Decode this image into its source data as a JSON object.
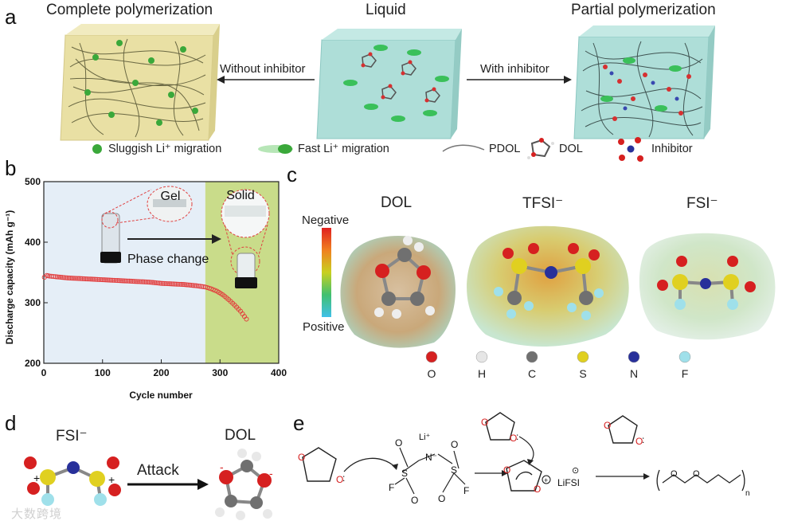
{
  "panel_a": {
    "label": "a",
    "title_left": "Complete polymerization",
    "title_center": "Liquid",
    "title_right": "Partial polymerization",
    "arrow_left_label": "Without inhibitor",
    "arrow_right_label": "With inhibitor",
    "legend": {
      "sluggish": "Sluggish Li⁺ migration",
      "fast": "Fast Li⁺ migration",
      "pdol": "PDOL",
      "dol": "DOL",
      "inhibitor": "Inhibitor"
    }
  },
  "panel_b": {
    "label": "b",
    "gel_label": "Gel",
    "solid_label": "Solid",
    "phase_change_label": "Phase change"
  },
  "panel_c": {
    "label": "c",
    "mol1": "DOL",
    "mol2": "TFSI⁻",
    "mol3": "FSI⁻",
    "scale_top": "Negative",
    "scale_bottom": "Positive",
    "atoms": [
      "O",
      "H",
      "C",
      "S",
      "N",
      "F"
    ],
    "atom_colors": [
      "#d62020",
      "#e6e6e6",
      "#707070",
      "#e0d020",
      "#28309a",
      "#9fe0ea"
    ]
  },
  "panel_d": {
    "label": "d",
    "fsi_label": "FSI⁻",
    "dol_label": "DOL",
    "attack_label": "Attack"
  },
  "panel_e": {
    "label": "e",
    "li_label": "Li⁺",
    "n_label": "N⁻",
    "s_label": "S",
    "f_label": "F",
    "o_label": "O",
    "lifsi_label": "LiFSI",
    "polymer_n": "n"
  },
  "watermark": "大数跨境",
  "chart_data": {
    "type": "scatter",
    "xlabel": "Cycle number",
    "ylabel": "Discharge capacity (mAh g⁻¹)",
    "xlim": [
      0,
      400
    ],
    "ylim": [
      200,
      500
    ],
    "xticks": [
      0,
      100,
      200,
      300,
      400
    ],
    "yticks": [
      200,
      300,
      400,
      500
    ],
    "regions": [
      {
        "name": "Gel",
        "x_range": [
          0,
          275
        ],
        "color": "#e5eef7"
      },
      {
        "name": "Solid",
        "x_range": [
          275,
          400
        ],
        "color": "#c9dc8a"
      }
    ],
    "series": [
      {
        "color": "#e23b3b",
        "x": [
          1,
          5,
          10,
          20,
          40,
          60,
          80,
          100,
          120,
          140,
          160,
          180,
          200,
          220,
          240,
          260,
          275,
          285,
          295,
          305,
          315,
          325,
          335,
          345
        ],
        "y": [
          342,
          345,
          344,
          343,
          341,
          340,
          339,
          338,
          337,
          336,
          335,
          334,
          332,
          331,
          330,
          328,
          326,
          323,
          319,
          313,
          305,
          296,
          286,
          273
        ]
      }
    ]
  }
}
